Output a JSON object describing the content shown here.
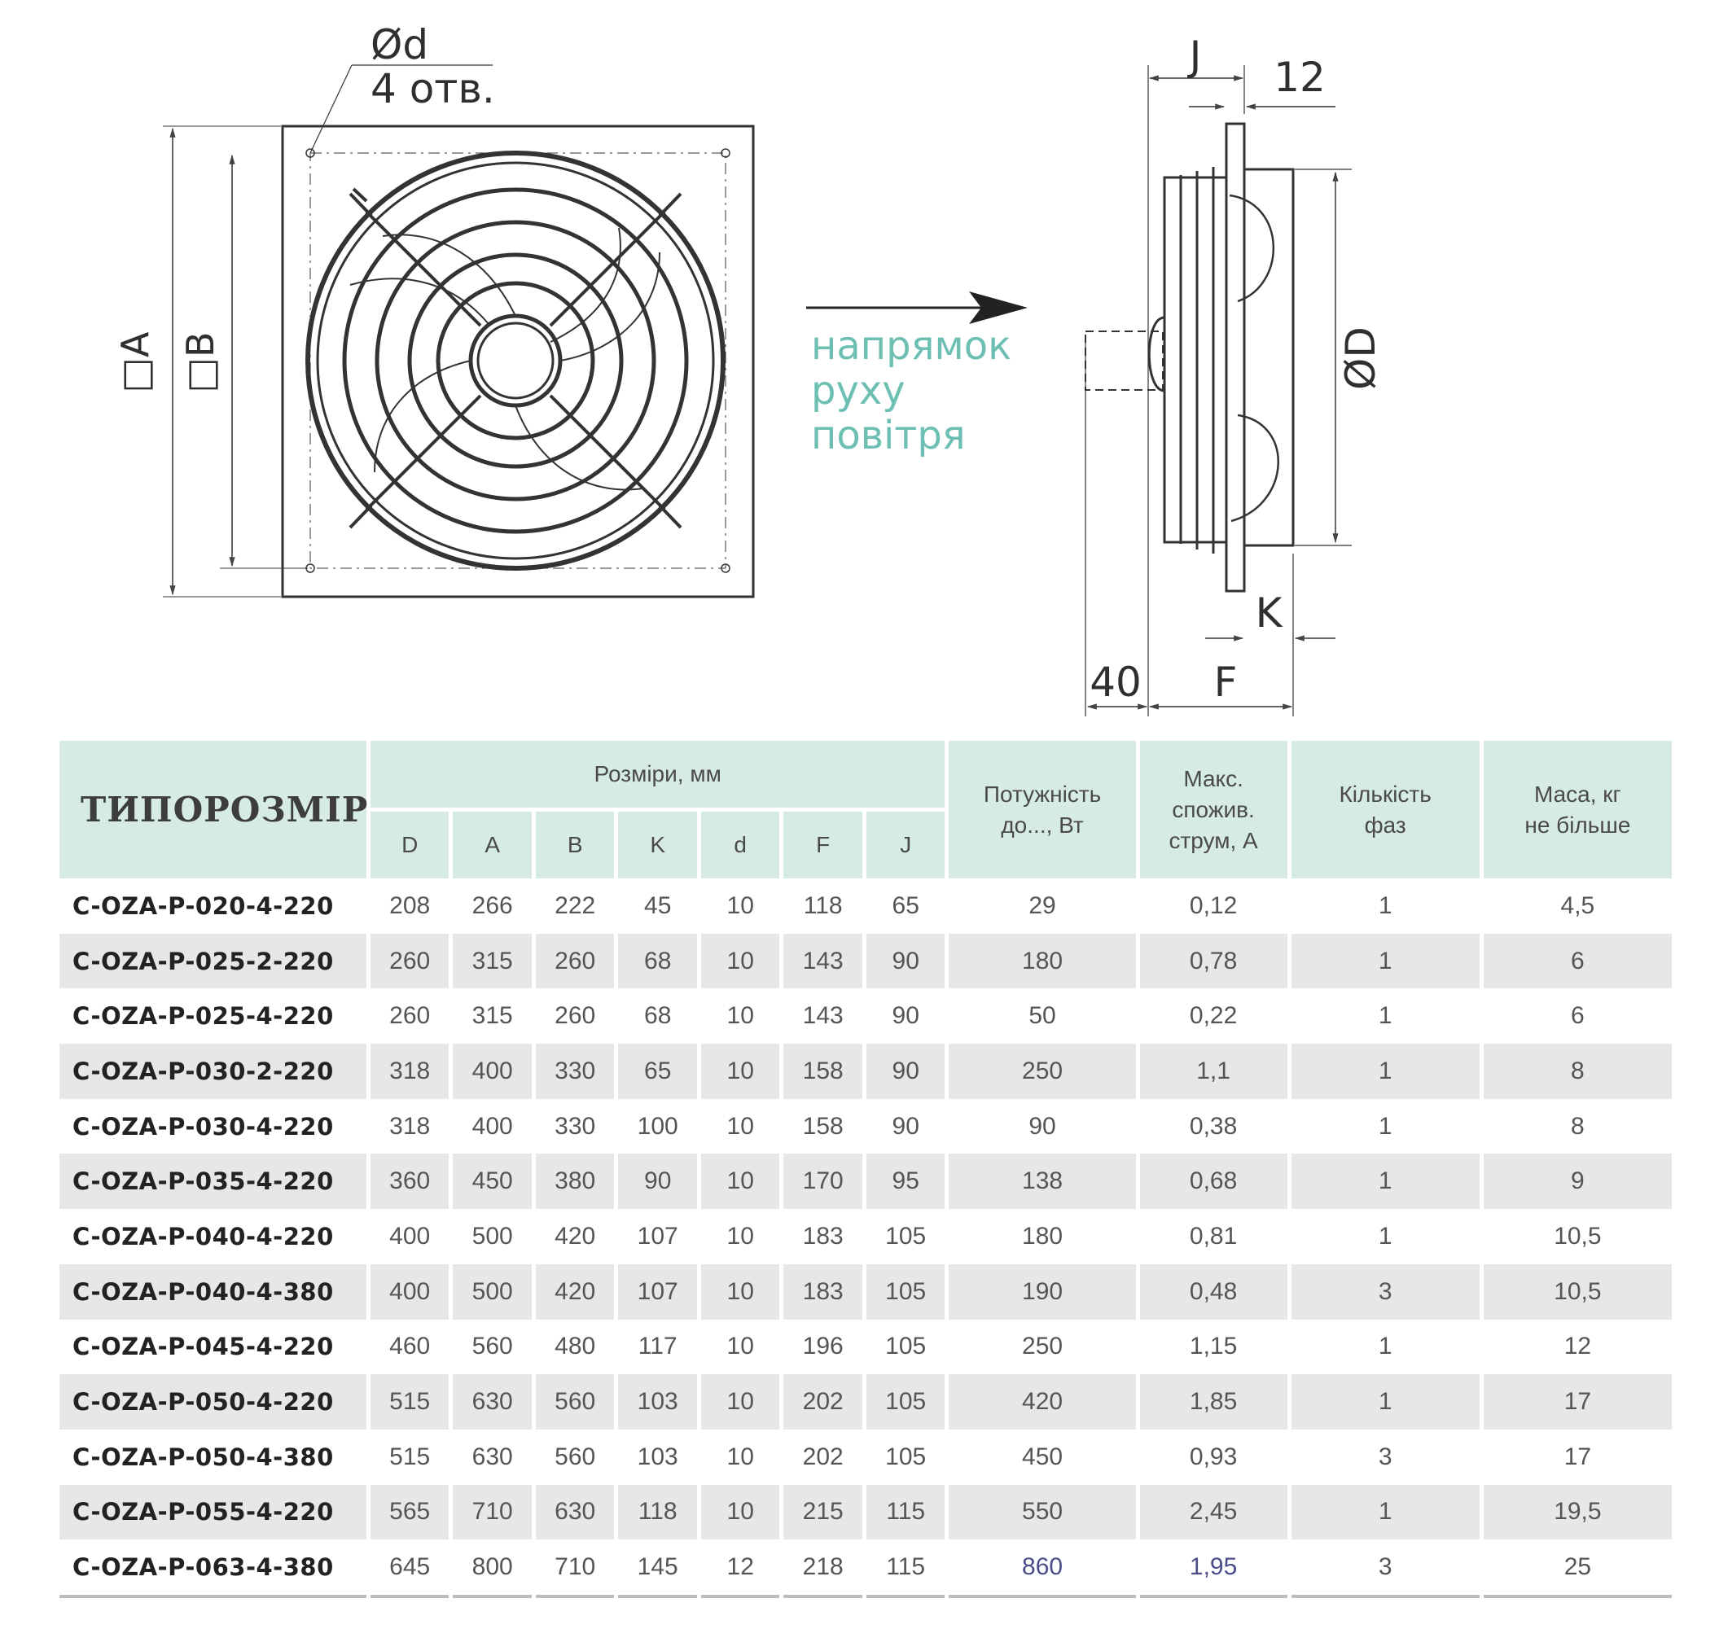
{
  "drawing": {
    "front_view": {
      "label_a": "□A",
      "label_b": "□B",
      "label_d": "Ød",
      "label_holes": "4 отв."
    },
    "side_view": {
      "label_j": "J",
      "label_12": "12",
      "label_dia": "ØD",
      "label_k": "K",
      "label_40": "40",
      "label_f": "F"
    },
    "airflow_text": [
      "напрямок",
      "руху",
      "повітря"
    ]
  },
  "table": {
    "model_header": "ТИПОРОЗМІР",
    "dims_header": "Розміри, мм",
    "dim_columns": [
      "D",
      "A",
      "B",
      "K",
      "d",
      "F",
      "J"
    ],
    "power_header": [
      "Потужність",
      "до..., Вт"
    ],
    "current_header": [
      "Макс.",
      "спожив.",
      "струм, А"
    ],
    "phases_header": [
      "Кількість",
      "фаз"
    ],
    "mass_header": [
      "Маса, кг",
      "не більше"
    ],
    "rows": [
      {
        "model": "C-OZA-P-020-4-220",
        "D": "208",
        "A": "266",
        "B": "222",
        "K": "45",
        "d": "10",
        "F": "118",
        "J": "65",
        "power": "29",
        "current": "0,12",
        "phases": "1",
        "mass": "4,5"
      },
      {
        "model": "C-OZA-P-025-2-220",
        "D": "260",
        "A": "315",
        "B": "260",
        "K": "68",
        "d": "10",
        "F": "143",
        "J": "90",
        "power": "180",
        "current": "0,78",
        "phases": "1",
        "mass": "6"
      },
      {
        "model": "C-OZA-P-025-4-220",
        "D": "260",
        "A": "315",
        "B": "260",
        "K": "68",
        "d": "10",
        "F": "143",
        "J": "90",
        "power": "50",
        "current": "0,22",
        "phases": "1",
        "mass": "6"
      },
      {
        "model": "C-OZA-P-030-2-220",
        "D": "318",
        "A": "400",
        "B": "330",
        "K": "65",
        "d": "10",
        "F": "158",
        "J": "90",
        "power": "250",
        "current": "1,1",
        "phases": "1",
        "mass": "8"
      },
      {
        "model": "C-OZA-P-030-4-220",
        "D": "318",
        "A": "400",
        "B": "330",
        "K": "100",
        "d": "10",
        "F": "158",
        "J": "90",
        "power": "90",
        "current": "0,38",
        "phases": "1",
        "mass": "8"
      },
      {
        "model": "C-OZA-P-035-4-220",
        "D": "360",
        "A": "450",
        "B": "380",
        "K": "90",
        "d": "10",
        "F": "170",
        "J": "95",
        "power": "138",
        "current": "0,68",
        "phases": "1",
        "mass": "9"
      },
      {
        "model": "C-OZA-P-040-4-220",
        "D": "400",
        "A": "500",
        "B": "420",
        "K": "107",
        "d": "10",
        "F": "183",
        "J": "105",
        "power": "180",
        "current": "0,81",
        "phases": "1",
        "mass": "10,5"
      },
      {
        "model": "C-OZA-P-040-4-380",
        "D": "400",
        "A": "500",
        "B": "420",
        "K": "107",
        "d": "10",
        "F": "183",
        "J": "105",
        "power": "190",
        "current": "0,48",
        "phases": "3",
        "mass": "10,5"
      },
      {
        "model": "C-OZA-P-045-4-220",
        "D": "460",
        "A": "560",
        "B": "480",
        "K": "117",
        "d": "10",
        "F": "196",
        "J": "105",
        "power": "250",
        "current": "1,15",
        "phases": "1",
        "mass": "12"
      },
      {
        "model": "C-OZA-P-050-4-220",
        "D": "515",
        "A": "630",
        "B": "560",
        "K": "103",
        "d": "10",
        "F": "202",
        "J": "105",
        "power": "420",
        "current": "1,85",
        "phases": "1",
        "mass": "17"
      },
      {
        "model": "C-OZA-P-050-4-380",
        "D": "515",
        "A": "630",
        "B": "560",
        "K": "103",
        "d": "10",
        "F": "202",
        "J": "105",
        "power": "450",
        "current": "0,93",
        "phases": "3",
        "mass": "17"
      },
      {
        "model": "C-OZA-P-055-4-220",
        "D": "565",
        "A": "710",
        "B": "630",
        "K": "118",
        "d": "10",
        "F": "215",
        "J": "115",
        "power": "550",
        "current": "2,45",
        "phases": "1",
        "mass": "19,5"
      },
      {
        "model": "C-OZA-P-063-4-380",
        "D": "645",
        "A": "800",
        "B": "710",
        "K": "145",
        "d": "12",
        "F": "218",
        "J": "115",
        "power": "860",
        "current": "1,95",
        "phases": "3",
        "mass": "25"
      }
    ]
  },
  "colors": {
    "header_bg": "#d7ebe6",
    "stripe_bg": "#e7e6e9",
    "accent_text": "#6cbfb2",
    "highlight_value": "#4b4c8c"
  }
}
